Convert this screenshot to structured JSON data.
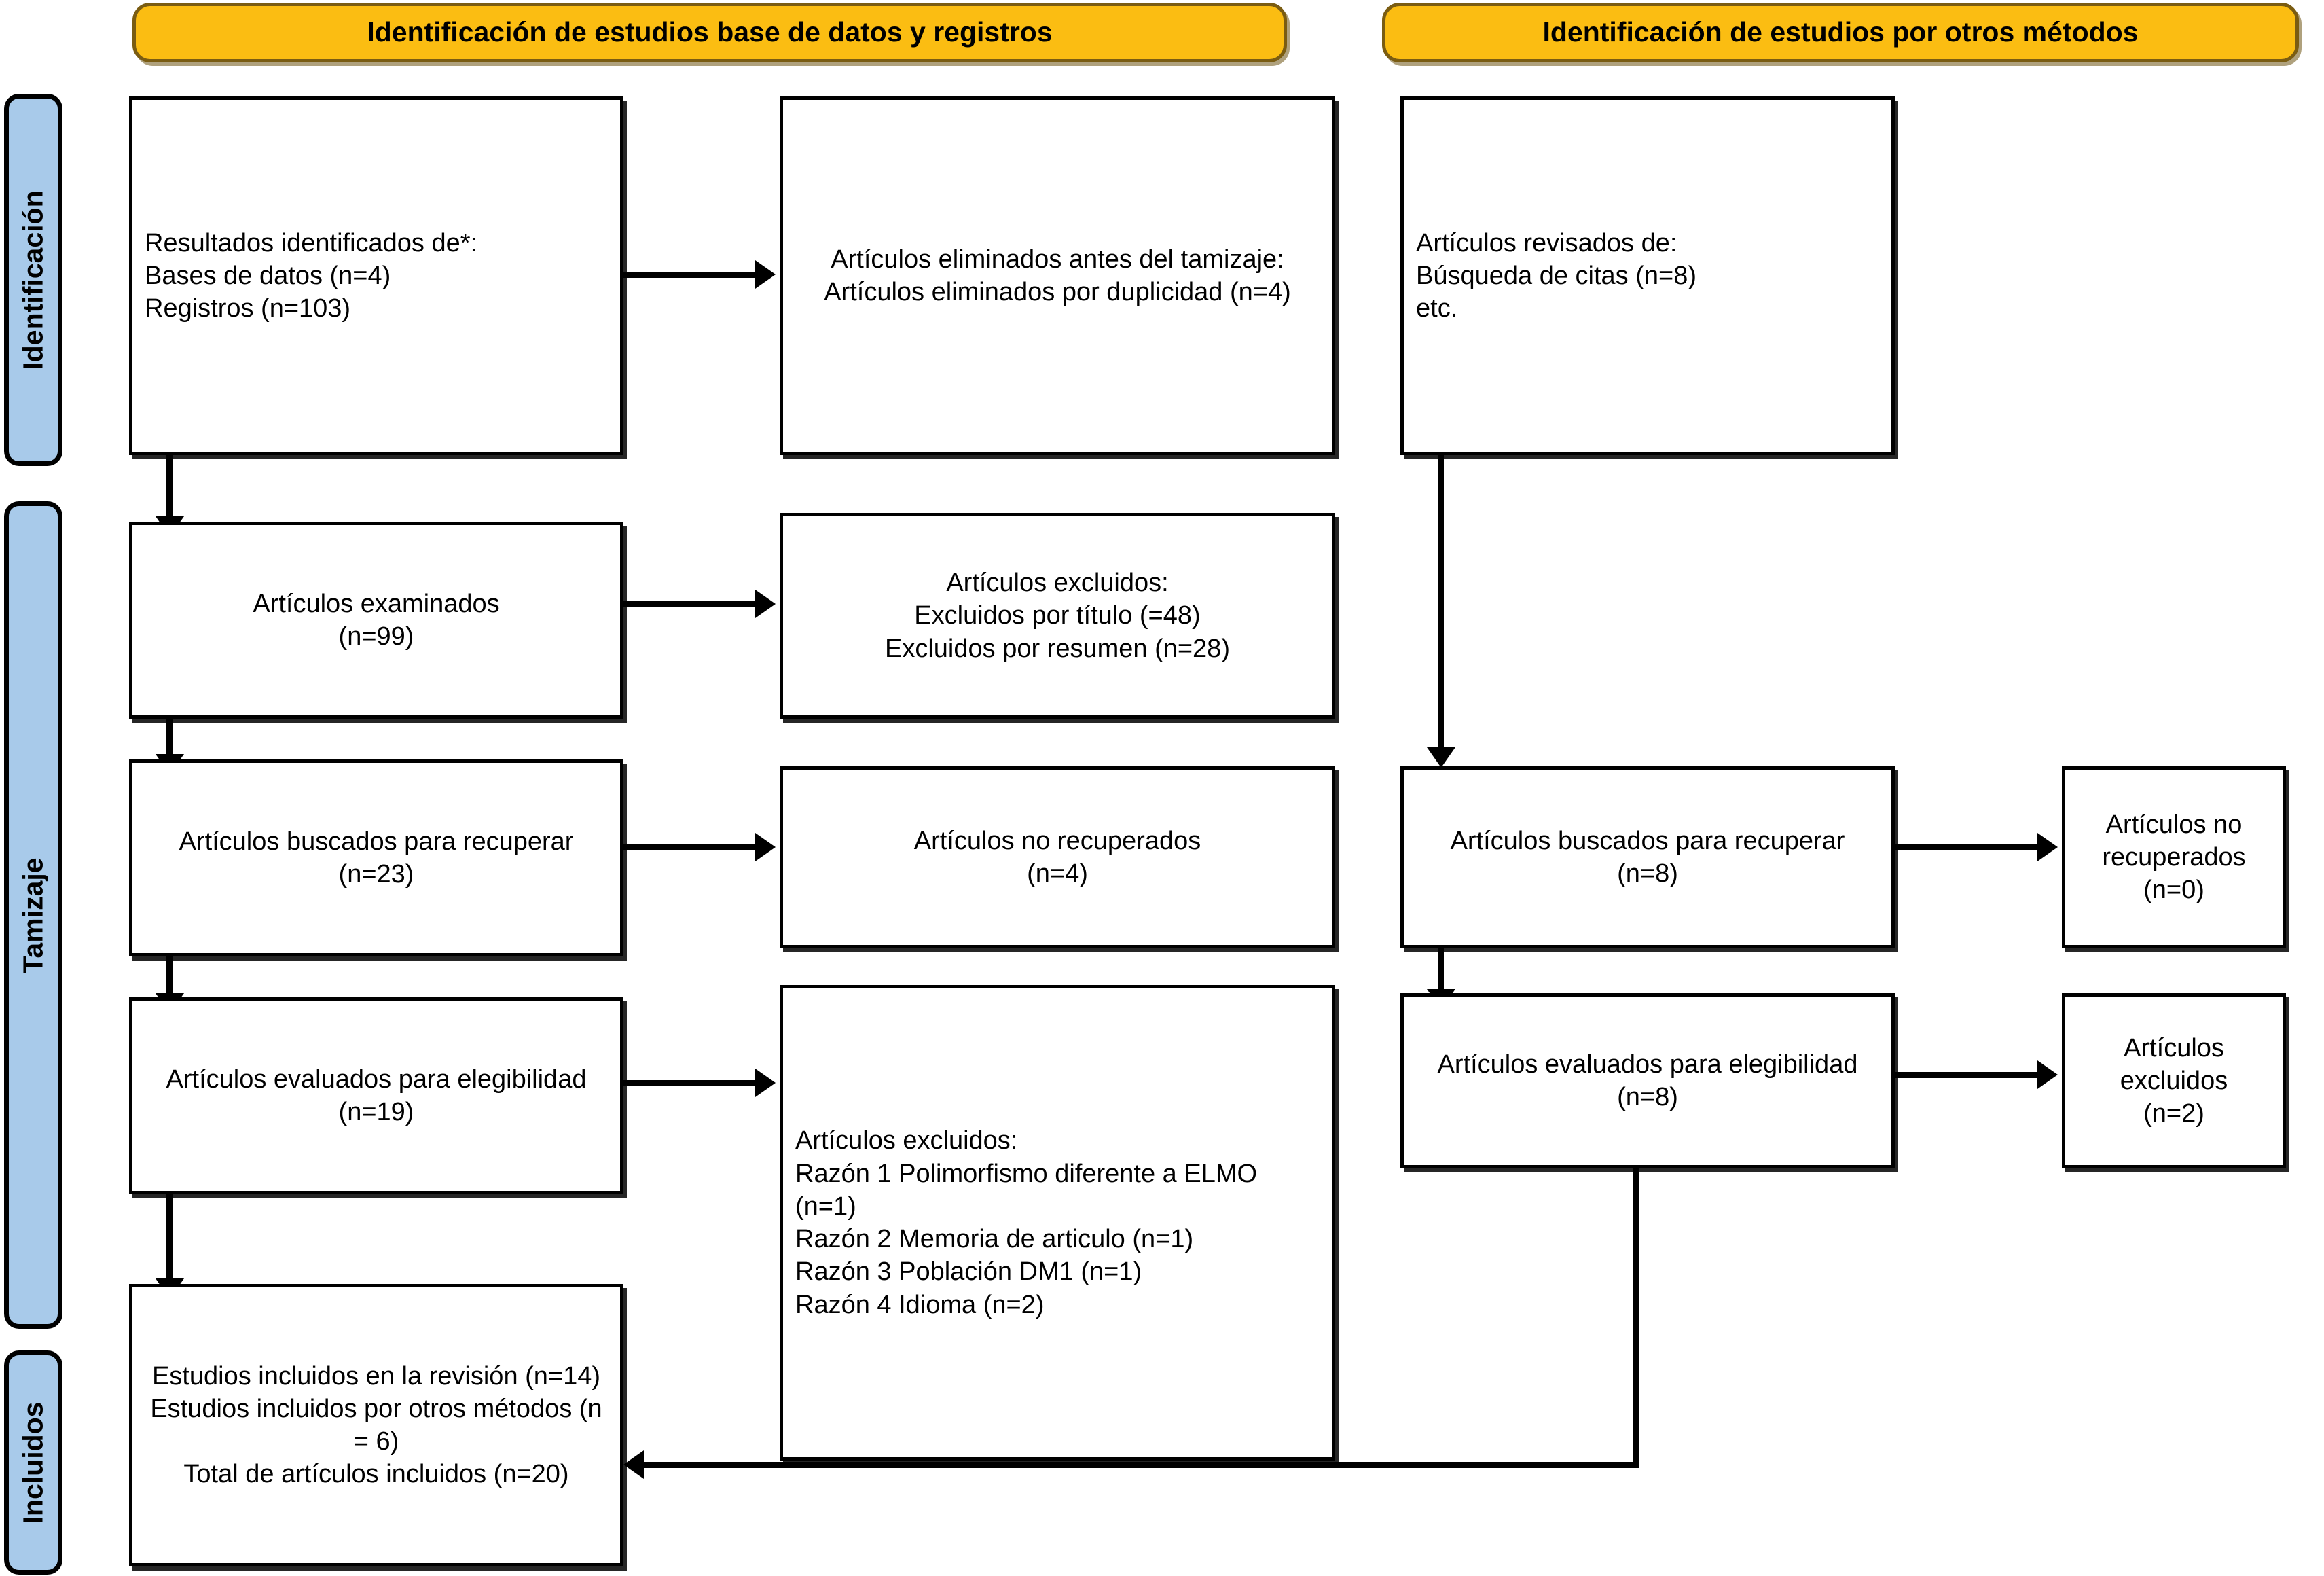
{
  "diagram": {
    "type": "prisma-flow-diagram",
    "language": "es",
    "colors": {
      "banner_fill": "#fbbd12",
      "banner_border": "#7a5c12",
      "phase_fill": "#a8caea",
      "box_fill": "#ffffff",
      "line": "#000000"
    }
  },
  "banners": [
    {
      "label": "Identificación de estudios base de datos y registros"
    },
    {
      "label": "Identificación de estudios por otros métodos"
    }
  ],
  "phases": [
    {
      "label": "Identificación"
    },
    {
      "label": "Tamizaje"
    },
    {
      "label": "Incluidos"
    }
  ],
  "boxes": {
    "db_identified": "Resultados identificados de*:\n   Bases de datos (n=4)\n   Registros (n=103)",
    "removed_before_screening": "Artículos eliminados antes del tamizaje:\nArtículos eliminados por duplicidad (n=4)",
    "other_reviewed": "Artículos revisados de:\n   Búsqueda de citas (n=8)\n   etc.",
    "screened": "Artículos examinados\n(n=99)",
    "excluded_screened": "Artículos excluidos:\nExcluidos por título (=48)\nExcluidos por resumen (n=28)",
    "sought_left": "Artículos buscados para recuperar\n(n=23)",
    "not_retrieved_left": "Artículos no recuperados\n(n=4)",
    "sought_right": "Artículos buscados para recuperar\n(n=8)",
    "not_retrieved_right": "Artículos no recuperados\n(n=0)",
    "assessed_left": "Artículos evaluados para elegibilidad\n(n=19)",
    "excluded_reasons": "Artículos excluidos:\n    Razón 1 Polimorfismo diferente a ELMO (n=1)\n    Razón 2 Memoria de articulo (n=1)\n    Razón 3 Población DM1 (n=1)\n    Razón 4 Idioma (n=2)",
    "assessed_right": "Artículos evaluados para elegibilidad\n(n=8)",
    "excluded_right": "Artículos excluidos\n(n=2)",
    "included_total": "Estudios incluidos en la revisión (n=14)\nEstudios incluidos por otros métodos (n = 6)\nTotal de artículos incluidos (n=20)"
  },
  "counts": {
    "bases_de_datos": 4,
    "registros": 103,
    "duplicados_eliminados": 4,
    "busqueda_de_citas": 8,
    "examinados": 99,
    "excluidos_por_titulo": 48,
    "excluidos_por_resumen": 28,
    "buscados_recuperar_izq": 23,
    "no_recuperados_izq": 4,
    "buscados_recuperar_der": 8,
    "no_recuperados_der": 0,
    "evaluados_elegibilidad_izq": 19,
    "razon_1_polimorfismo_diferente_elmo": 1,
    "razon_2_memoria_de_articulo": 1,
    "razon_3_poblacion_dm1": 1,
    "razon_4_idioma": 2,
    "evaluados_elegibilidad_der": 8,
    "excluidos_der": 2,
    "incluidos_revision": 14,
    "incluidos_otros_metodos": 6,
    "total_incluidos": 20
  }
}
